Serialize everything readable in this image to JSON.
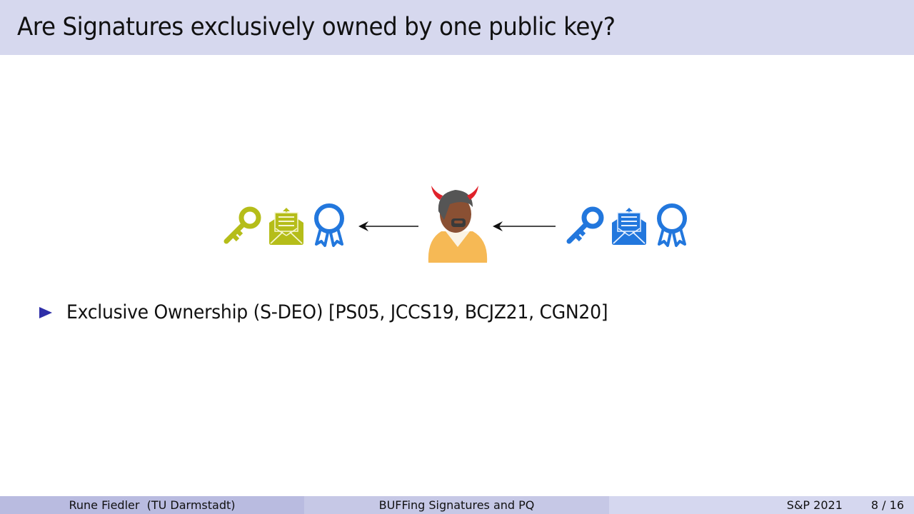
{
  "slide": {
    "title": "Are Signatures exclusively owned by one public key?",
    "bullets": [
      {
        "text": "Exclusive Ownership (S-DEO) [PS05, JCCS19, BCJZ21, CGN20]"
      }
    ]
  },
  "diagram": {
    "left_group": {
      "color": "#b5bd19",
      "icons": [
        "key-icon",
        "envelope-icon",
        "award-ribbon-icon"
      ],
      "ribbon_color": "#2277dd"
    },
    "adversary": {
      "icon": "devil-user-icon"
    },
    "right_group": {
      "color": "#2277dd",
      "icons": [
        "key-icon",
        "envelope-icon",
        "award-ribbon-icon"
      ]
    },
    "arrows": [
      "adversary-to-left-group",
      "right-group-to-adversary"
    ]
  },
  "footer": {
    "author": "Rune Fiedler  (TU Darmstadt)",
    "talk_title": "BUFFing Signatures and PQ",
    "venue": "S&P 2021",
    "page": "8 / 16"
  },
  "colors": {
    "title_bg": "#d6d8ee",
    "bullet": "#2e2ea8",
    "footer_left": "#b9bbe0",
    "footer_mid": "#c6c8e6",
    "footer_right": "#d5d7ef"
  }
}
